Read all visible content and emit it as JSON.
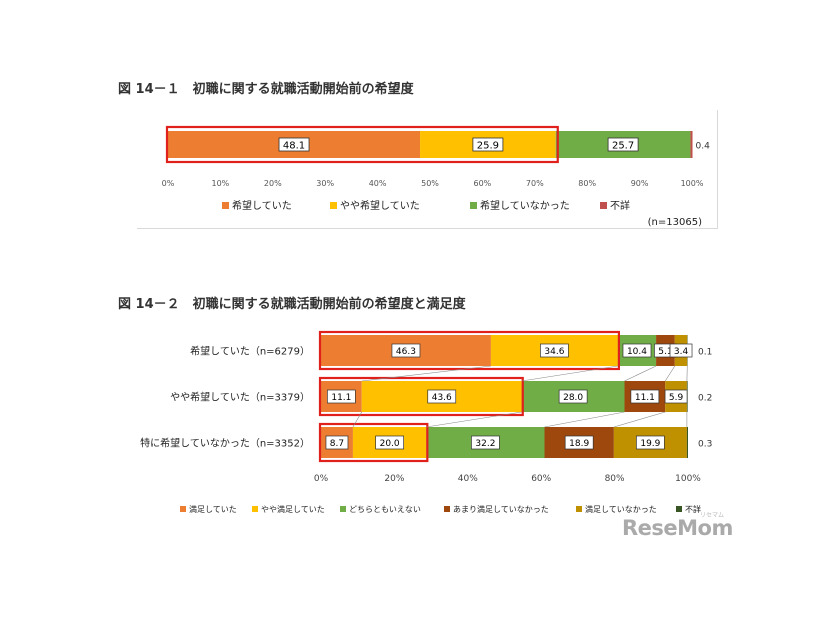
{
  "figure1": {
    "title": "図 14－１　初職に関する就職活動開始前の希望度",
    "n_label": "(n=13065)",
    "ticks": [
      "0%",
      "10%",
      "20%",
      "30%",
      "40%",
      "50%",
      "60%",
      "70%",
      "80%",
      "90%",
      "100%"
    ],
    "legend": [
      "希望していた",
      "やや希望していた",
      "希望していなかった",
      "不詳"
    ],
    "colors": [
      "#ed7d31",
      "#ffc000",
      "#70ad47",
      "#c0504d"
    ]
  },
  "figure2": {
    "title": "図 14－２　初職に関する就職活動開始前の希望度と満足度",
    "ticks": [
      "0%",
      "20%",
      "40%",
      "60%",
      "80%",
      "100%"
    ],
    "legend": [
      "満足していた",
      "やや満足していた",
      "どちらともいえない",
      "あまり満足していなかった",
      "満足していなかった",
      "不詳"
    ],
    "colors": [
      "#ed7d31",
      "#ffc000",
      "#70ad47",
      "#9e480e",
      "#bf9000",
      "#375623"
    ]
  },
  "chart_data": [
    {
      "type": "bar",
      "orientation": "horizontal-stacked-100",
      "title": "図 14－１　初職に関する就職活動開始前の希望度",
      "categories": [
        "(n=13065)"
      ],
      "series": [
        {
          "name": "希望していた",
          "values": [
            48.1
          ]
        },
        {
          "name": "やや希望していた",
          "values": [
            25.9
          ]
        },
        {
          "name": "希望していなかった",
          "values": [
            25.7
          ]
        },
        {
          "name": "不詳",
          "values": [
            0.4
          ]
        }
      ],
      "xlim": [
        0,
        100
      ],
      "highlight": "red box around 希望していた + やや希望していた",
      "legend_position": "bottom"
    },
    {
      "type": "bar",
      "orientation": "horizontal-stacked-100",
      "title": "図 14－２　初職に関する就職活動開始前の希望度と満足度",
      "categories": [
        "希望していた（n=6279）",
        "やや希望していた（n=3379）",
        "特に希望していなかった（n=3352）"
      ],
      "series": [
        {
          "name": "満足していた",
          "values": [
            46.3,
            11.1,
            8.7
          ]
        },
        {
          "name": "やや満足していた",
          "values": [
            34.6,
            43.6,
            20.0
          ]
        },
        {
          "name": "どちらともいえない",
          "values": [
            10.4,
            28.0,
            32.2
          ]
        },
        {
          "name": "あまり満足していなかった",
          "values": [
            5.1,
            11.1,
            18.9
          ]
        },
        {
          "name": "満足していなかった",
          "values": [
            3.4,
            5.9,
            19.9
          ]
        },
        {
          "name": "不詳",
          "values": [
            0.1,
            0.2,
            0.3
          ]
        }
      ],
      "xlim": [
        0,
        100
      ],
      "highlight": "red box around 満足していた + やや満足していた per row",
      "legend_position": "bottom"
    }
  ],
  "watermark": {
    "text": "ReseMom",
    "sub": "リセマム"
  }
}
